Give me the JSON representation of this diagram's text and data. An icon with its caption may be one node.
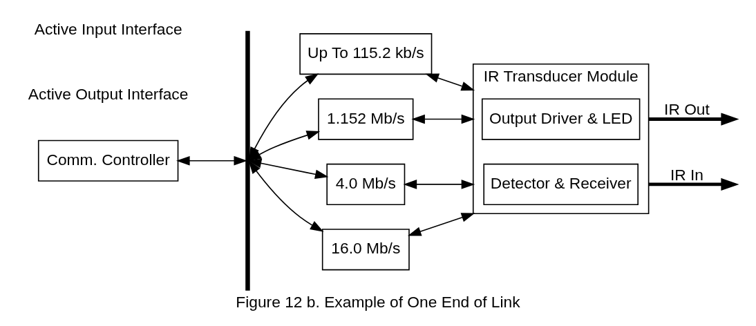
{
  "diagram": {
    "caption": "Figure 12 b. Example of One End of Link",
    "nodes": [
      {
        "text": [
          "Comm. Controller"
        ]
      },
      {
        "text": [],
        "shape": "bar"
      },
      {
        "text": [
          "Up To 115.2 kb/s"
        ]
      },
      {
        "text": [
          "1.152 Mb/s"
        ]
      },
      {
        "text": [
          "4.0 Mb/s"
        ]
      },
      {
        "text": [
          "16.0 Mb/s"
        ]
      },
      {
        "text": [
          "IR Transducer Module"
        ]
      },
      {
        "text": [
          "Output Driver & LED"
        ],
        "in": 6
      },
      {
        "text": [
          "Detector & Receiver"
        ],
        "in": 6
      }
    ],
    "edges": [
      {
        "from": 0,
        "to": 1,
        "arrow": "both"
      },
      {
        "from": 1,
        "to": 2,
        "arrow": "both"
      },
      {
        "from": 1,
        "to": 3,
        "arrow": "both"
      },
      {
        "from": 1,
        "to": 4,
        "arrow": "both"
      },
      {
        "from": 1,
        "to": 5,
        "arrow": "both"
      },
      {
        "from": 2,
        "to": 6,
        "arrow": "both"
      },
      {
        "from": 3,
        "to": 6,
        "arrow": "both"
      },
      {
        "from": 4,
        "to": 6,
        "arrow": "both"
      },
      {
        "from": 5,
        "to": 6,
        "arrow": "both"
      },
      {
        "from": 6,
        "to": null,
        "arrow": "to",
        "label": "IR Out",
        "style": "thick"
      },
      {
        "from": 6,
        "to": null,
        "arrow": "to",
        "label": "IR In",
        "style": "thick"
      }
    ],
    "labels": [
      "Active Output Interface",
      "Active Input Interface"
    ]
  }
}
